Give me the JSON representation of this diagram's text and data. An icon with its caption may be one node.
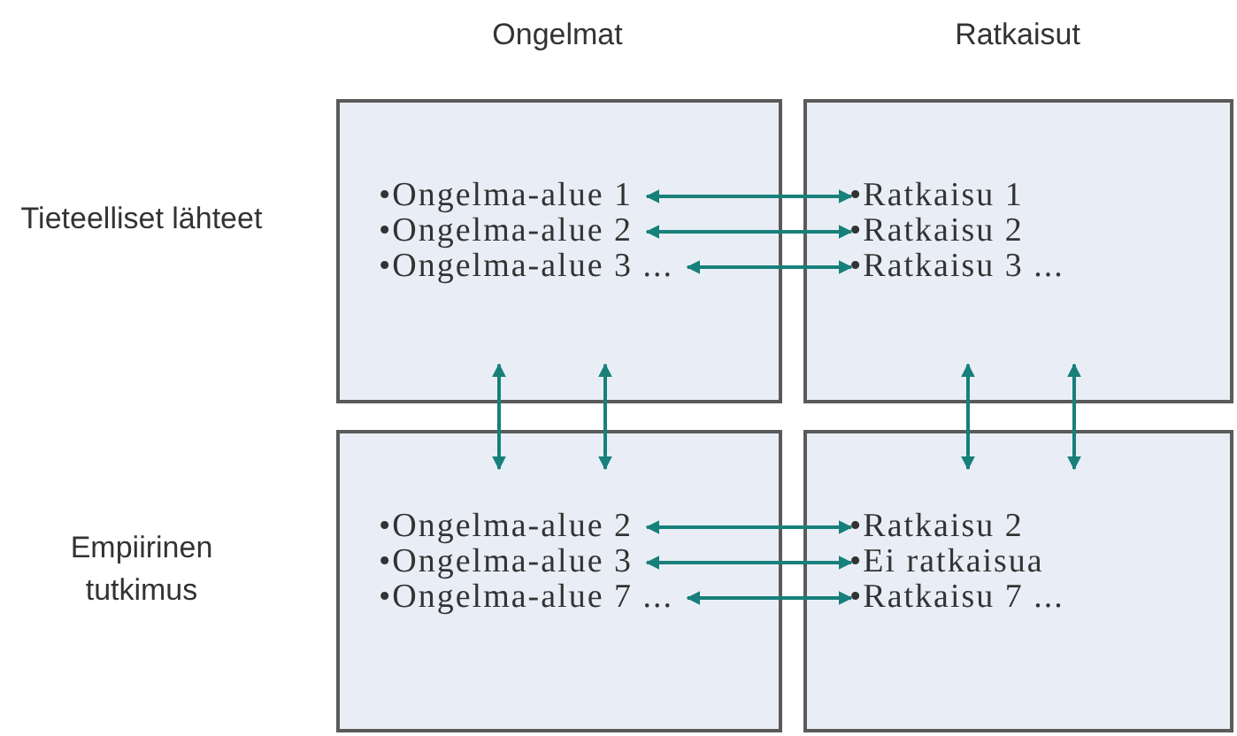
{
  "diagram": {
    "nodes": [
      {
        "text": [],
        "shape": "box"
      },
      {
        "text": [
          "•Ongelma-alue 1"
        ],
        "in": 0
      },
      {
        "text": [
          "•Ongelma-alue 2"
        ],
        "in": 0
      },
      {
        "text": [
          "•Ongelma-alue 3 ..."
        ],
        "in": 0
      },
      {
        "text": [],
        "shape": "box"
      },
      {
        "text": [
          "•Ratkaisu 1"
        ],
        "in": 4
      },
      {
        "text": [
          "•Ratkaisu 2"
        ],
        "in": 4
      },
      {
        "text": [
          "•Ratkaisu 3 ..."
        ],
        "in": 4
      },
      {
        "text": [],
        "shape": "box"
      },
      {
        "text": [
          "•Ongelma-alue 2"
        ],
        "in": 8
      },
      {
        "text": [
          "•Ongelma-alue 3"
        ],
        "in": 8
      },
      {
        "text": [
          "•Ongelma-alue 7 ..."
        ],
        "in": 8
      },
      {
        "text": [],
        "shape": "box"
      },
      {
        "text": [
          "•Ratkaisu 2"
        ],
        "in": 12
      },
      {
        "text": [
          "•Ei ratkaisua"
        ],
        "in": 12
      },
      {
        "text": [
          "•Ratkaisu 7 ..."
        ],
        "in": 12
      }
    ],
    "edges": [
      {
        "from": 1,
        "to": 5,
        "arrow": "both"
      },
      {
        "from": 2,
        "to": 6,
        "arrow": "both"
      },
      {
        "from": 3,
        "to": 7,
        "arrow": "both"
      },
      {
        "from": 0,
        "to": 8,
        "arrow": "both"
      },
      {
        "from": 0,
        "to": 8,
        "arrow": "both"
      },
      {
        "from": 4,
        "to": 12,
        "arrow": "both"
      },
      {
        "from": 4,
        "to": 12,
        "arrow": "both"
      },
      {
        "from": 9,
        "to": 13,
        "arrow": "both"
      },
      {
        "from": 10,
        "to": 14,
        "arrow": "both"
      },
      {
        "from": 11,
        "to": 15,
        "arrow": "both"
      }
    ],
    "labels": [
      "Ongelmat",
      "Ratkaisut",
      "Tieteelliset lähteet",
      "Empiirinen tutkimus"
    ]
  }
}
